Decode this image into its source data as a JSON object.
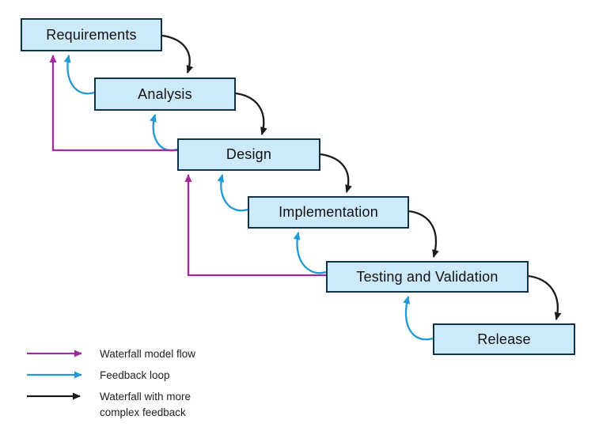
{
  "diagram": {
    "nodes": [
      {
        "id": "requirements",
        "label": "Requirements"
      },
      {
        "id": "analysis",
        "label": "Analysis"
      },
      {
        "id": "design",
        "label": "Design"
      },
      {
        "id": "implementation",
        "label": "Implementation"
      },
      {
        "id": "testing",
        "label": "Testing and Validation"
      },
      {
        "id": "release",
        "label": "Release"
      }
    ],
    "edges": [
      {
        "from": "Requirements",
        "to": "Analysis",
        "type": "forward"
      },
      {
        "from": "Analysis",
        "to": "Design",
        "type": "forward"
      },
      {
        "from": "Design",
        "to": "Implementation",
        "type": "forward"
      },
      {
        "from": "Implementation",
        "to": "Testing and Validation",
        "type": "forward"
      },
      {
        "from": "Testing and Validation",
        "to": "Release",
        "type": "forward"
      },
      {
        "from": "Analysis",
        "to": "Requirements",
        "type": "feedback"
      },
      {
        "from": "Design",
        "to": "Analysis",
        "type": "feedback"
      },
      {
        "from": "Implementation",
        "to": "Design",
        "type": "feedback"
      },
      {
        "from": "Testing and Validation",
        "to": "Implementation",
        "type": "feedback"
      },
      {
        "from": "Release",
        "to": "Testing and Validation",
        "type": "feedback"
      },
      {
        "from": "Design",
        "to": "Requirements",
        "type": "long-feedback"
      },
      {
        "from": "Testing and Validation",
        "to": "Design",
        "type": "long-feedback"
      }
    ]
  },
  "legend": {
    "items": [
      {
        "label": "Waterfall model flow",
        "color": "#a22ba2"
      },
      {
        "label": "Feedback loop",
        "color": "#2199d6"
      },
      {
        "label": "Waterfall with more complex feedback",
        "color": "#1a1a1a"
      }
    ]
  },
  "colors": {
    "box_fill": "#cdeafa",
    "box_border": "#0e334a",
    "forward_arrow": "#1a1a1a",
    "feedback_arrow": "#2199d6",
    "long_feedback_arrow": "#a22ba2",
    "background": "#ffffff",
    "text": "#111111"
  }
}
